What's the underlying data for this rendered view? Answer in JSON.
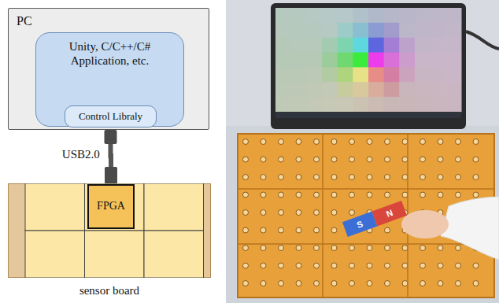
{
  "diagram": {
    "nodes": [
      {
        "text": [
          "PC"
        ]
      },
      {
        "text": [
          "Unity, C/C++/C# Application, etc."
        ],
        "in": 0
      },
      {
        "text": [
          "Control Libraly"
        ],
        "in": 1
      },
      {
        "text": [
          "sensor board"
        ]
      },
      {
        "text": [
          "FPGA"
        ],
        "in": 3
      }
    ],
    "edges": [
      {
        "from": 2,
        "to": 4,
        "label": "USB2.0",
        "arrow": "none"
      }
    ],
    "labels": [
      "S",
      "N"
    ]
  }
}
